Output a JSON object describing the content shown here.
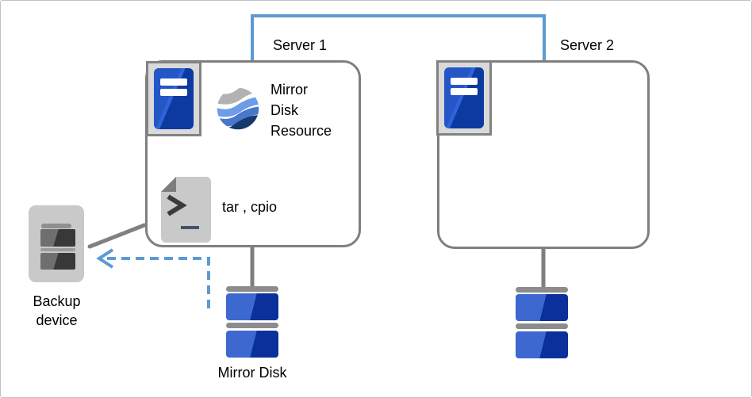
{
  "labels": {
    "server1": "Server 1",
    "server2": "Server 2",
    "mirror_resource_line1": "Mirror",
    "mirror_resource_line2": "Disk",
    "mirror_resource_line3": "Resource",
    "backup_tools": "tar , cpio",
    "backup_device_line1": "Backup",
    "backup_device_line2": "device",
    "mirror_disk": "Mirror Disk"
  },
  "connections": [
    {
      "name": "interconnect",
      "from": "server1",
      "to": "server2",
      "style": "solid-blue"
    },
    {
      "name": "server1-to-mirror-disk",
      "from": "server1",
      "to": "mirror-disk",
      "style": "solid-gray"
    },
    {
      "name": "server2-to-disk",
      "from": "server2",
      "to": "disk",
      "style": "solid-gray"
    },
    {
      "name": "server1-to-backup-device",
      "from": "server1",
      "to": "backup-device",
      "style": "solid-gray"
    },
    {
      "name": "mirror-disk-to-backup-device",
      "from": "mirror-disk",
      "to": "backup-device",
      "style": "dashed-blue-arrow"
    }
  ],
  "colors": {
    "interconnect_blue": "#5b9bd5",
    "box_border_gray": "#7f7f7f",
    "server_tower_blue": "#2456c8",
    "server_tower_blue_dark": "#0d3aa1",
    "disk_blue_light": "#3c68d0",
    "disk_blue_dark": "#0b309c",
    "device_body_gray": "#c9c9c9",
    "swirl_gray": "#b3b3b3",
    "swirl_blue_light": "#6d9ce8",
    "swirl_blue_mid": "#4878cc",
    "swirl_navy": "#15396f"
  }
}
